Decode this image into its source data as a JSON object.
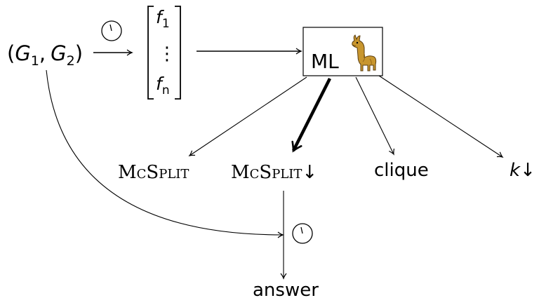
{
  "input": {
    "open_paren": "(",
    "g1_base": "G",
    "g1_sub": "1",
    "comma": ",",
    "g2_base": "G",
    "g2_sub": "2",
    "close_paren": ")"
  },
  "features": {
    "first_base": "f",
    "first_sub": "1",
    "dots": "⋮",
    "last_base": "f",
    "last_sub": "n"
  },
  "model": {
    "label": "ML",
    "mascot_icon": "llama-icon"
  },
  "timer_icon": "stopwatch-icon",
  "outputs": {
    "mcsplit": "McSplit",
    "mcsplit_down": "McSplit",
    "down_arrow": "↓",
    "clique": "clique",
    "k": "k",
    "k_arrow": "↓"
  },
  "result": {
    "label": "answer"
  }
}
